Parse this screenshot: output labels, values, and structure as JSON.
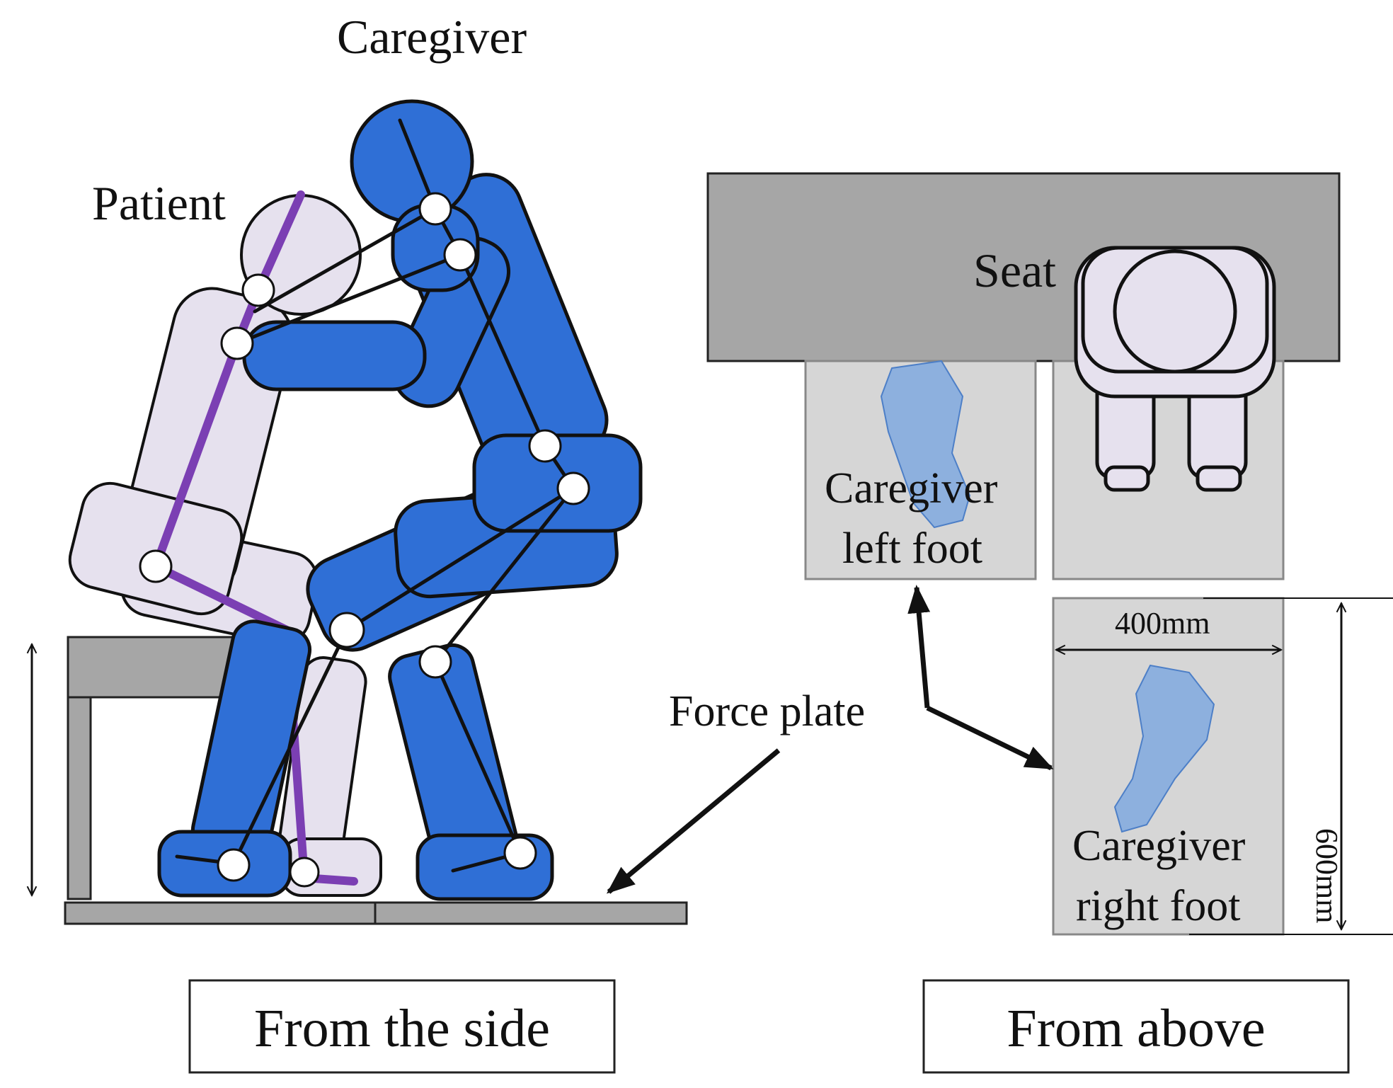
{
  "labels": {
    "caregiver": "Caregiver",
    "patient": "Patient",
    "seat": "Seat",
    "force_plate": "Force plate",
    "caregiver_left_foot_1": "Caregiver",
    "caregiver_left_foot_2": "left  foot",
    "caregiver_right_foot_1": "Caregiver",
    "caregiver_right_foot_2": "right  foot",
    "width_dim": "400mm",
    "height_dim": "600mm",
    "view_side": "From the side",
    "view_above": "From above"
  },
  "colors": {
    "caregiver_blue": "#2f6fd6",
    "patient_lavender": "#e6e1ee",
    "patient_spine": "#7b3fb3",
    "seat_gray": "#a6a6a6",
    "plate_gray": "#d6d6d6",
    "footprint_blue": "#7aa6e0"
  }
}
